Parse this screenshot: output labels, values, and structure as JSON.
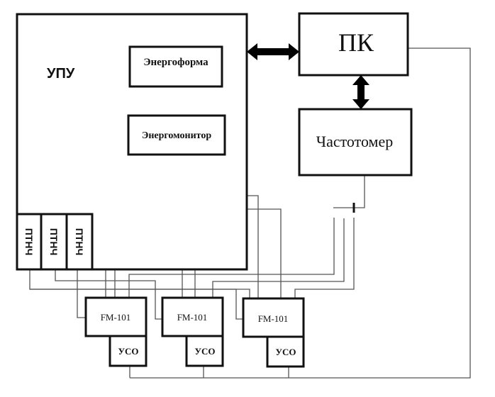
{
  "diagram": {
    "blocks": {
      "upu": {
        "label": "УПУ"
      },
      "energoforma": {
        "label": "Энергоформа"
      },
      "energomonitor": {
        "label": "Энергомонитор"
      },
      "pc": {
        "label": "ПК"
      },
      "frequency_meter": {
        "label": "Частотомер"
      },
      "ptnch": [
        {
          "label": "ПТНЧ"
        },
        {
          "label": "ПТНЧ"
        },
        {
          "label": "ПТНЧ"
        }
      ],
      "fm": [
        {
          "label": "FM-101"
        },
        {
          "label": "FM-101"
        },
        {
          "label": "FM-101"
        }
      ],
      "uso": [
        {
          "label": "УСО"
        },
        {
          "label": "УСО"
        },
        {
          "label": "УСО"
        }
      ]
    },
    "connections": [
      {
        "from": "УПУ",
        "to": "ПК",
        "type": "bidirectional-bus"
      },
      {
        "from": "ПК",
        "to": "Частотомер",
        "type": "bidirectional-bus"
      },
      {
        "from": "ПТНЧ",
        "to": "FM-101",
        "type": "wire"
      },
      {
        "from": "Частотомер",
        "to": "FM-101",
        "type": "wire"
      },
      {
        "from": "УСО",
        "to": "ПК",
        "type": "wire"
      }
    ]
  }
}
